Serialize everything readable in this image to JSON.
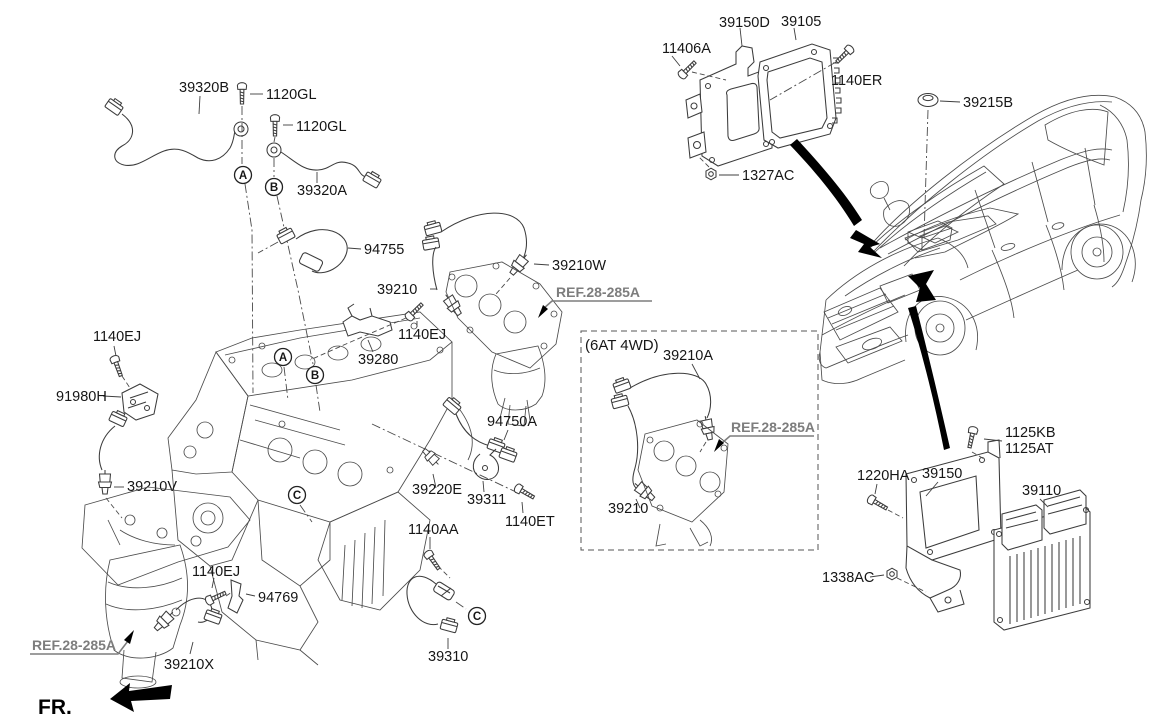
{
  "figure": {
    "type": "parts-diagram",
    "topic": "Electronic Control / Engine Sensors",
    "colors": {
      "line": "#3c3c3c",
      "label": "#161616",
      "ref": "#7d7d7d",
      "arrow": "#000000",
      "background": "#ffffff"
    },
    "labels": {
      "p39320B": "39320B",
      "p1120GL": "1120GL",
      "p39320A": "39320A",
      "p94755": "94755",
      "p39210W": "39210W",
      "p39210": "39210",
      "p1140EJ": "1140EJ",
      "p39280": "39280",
      "p91980H": "91980H",
      "p39210V": "39210V",
      "p94750A": "94750A",
      "p39220E": "39220E",
      "p39311": "39311",
      "p1140ET": "1140ET",
      "p1140AA": "1140AA",
      "p39310": "39310",
      "p94769": "94769",
      "p39210X": "39210X",
      "p39210A": "39210A",
      "p11406A": "11406A",
      "p39150D": "39150D",
      "p39105": "39105",
      "p1140ER": "1140ER",
      "p1327AC": "1327AC",
      "p39215B": "39215B",
      "p1125KB": "1125KB",
      "p1125AT": "1125AT",
      "p1220HA": "1220HA",
      "p39150": "39150",
      "p39110": "39110",
      "p1338AC": "1338AC"
    },
    "annotations": {
      "ref": "REF.28-285A",
      "variant": "(6AT 4WD)",
      "front": "FR."
    },
    "callouts": {
      "a": "A",
      "b": "B",
      "c": "C"
    }
  }
}
